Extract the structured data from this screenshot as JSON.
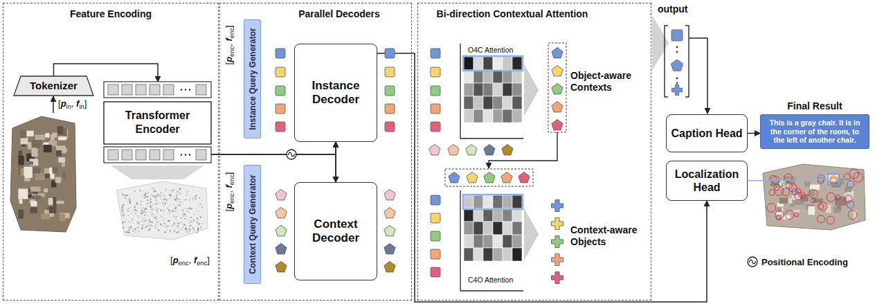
{
  "diagram": {
    "nodes": [
      {
        "text": [
          "Feature Encoding"
        ]
      },
      {
        "text": [
          "Tokenizer"
        ],
        "in": 0
      },
      {
        "text": [
          "Transformer Encoder"
        ],
        "in": 0
      },
      {
        "text": [
          "Parallel Decoders"
        ]
      },
      {
        "text": [
          "Instance Query Generator"
        ],
        "in": 3
      },
      {
        "text": [
          "Instance Decoder"
        ],
        "in": 3
      },
      {
        "text": [
          "Context Query Generator"
        ],
        "in": 3
      },
      {
        "text": [
          "Context Decoder"
        ],
        "in": 3
      },
      {
        "text": [
          "Bi-direction Contextual Attention"
        ]
      },
      {
        "text": [
          "Caption Head"
        ]
      },
      {
        "text": [
          "Localization Head"
        ]
      },
      {
        "text": [
          "Final Result",
          "This is a gray chair. It is in the corner of the room, to the left of another chair."
        ]
      }
    ],
    "edges": [
      {
        "from": 1,
        "to": 2,
        "arrow": "to"
      },
      {
        "from": 2,
        "to": 5,
        "arrow": "to"
      },
      {
        "from": 2,
        "to": 7,
        "arrow": "to"
      },
      {
        "from": 5,
        "to": 7,
        "arrow": "both"
      },
      {
        "from": 5,
        "to": 10,
        "arrow": "to"
      },
      {
        "from": 9,
        "to": 11,
        "arrow": "to"
      }
    ],
    "labels": [
      "[pin, fin]",
      "[penc, fenc]",
      "[penc, fenc]",
      "[penc, fenc]",
      "O4C Attention",
      "Object-aware Contexts",
      "C4O Attention",
      "Context-aware Objects",
      "output"
    ],
    "legend": [
      {
        "text": "Positional Encoding"
      }
    ]
  }
}
